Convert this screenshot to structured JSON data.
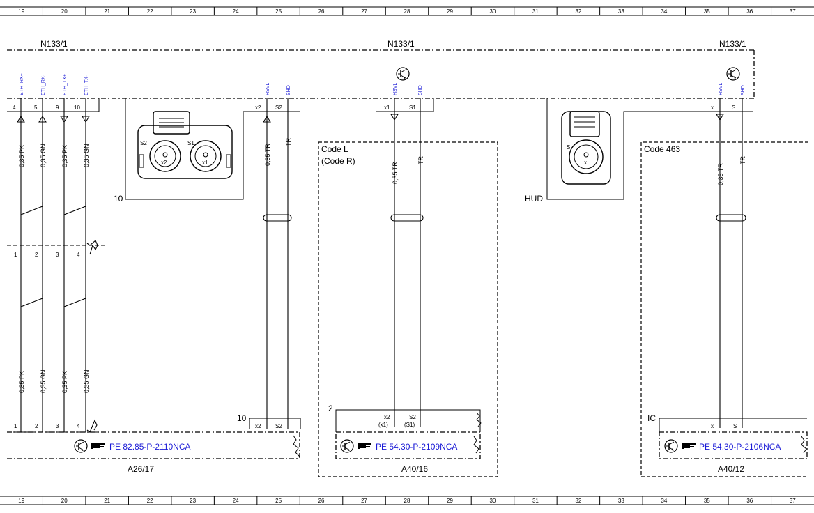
{
  "grid": [
    "19",
    "20",
    "21",
    "22",
    "23",
    "24",
    "25",
    "26",
    "27",
    "28",
    "29",
    "30",
    "31",
    "32",
    "33",
    "34",
    "35",
    "36",
    "37"
  ],
  "module": {
    "name": "N133/1"
  },
  "n133_left": {
    "signals": [
      "ETH_RX+",
      "ETH_RX-",
      "ETH_TX+",
      "ETH_TX-"
    ],
    "pins": [
      "4",
      "5",
      "9",
      "10"
    ],
    "wires": [
      "0,35 PK",
      "0,35 GN",
      "0,35 PK",
      "0,35 GN"
    ],
    "splice_pins": [
      "1",
      "2",
      "3",
      "4"
    ]
  },
  "n133_mid": {
    "signals": [
      "HSVL",
      "SHD"
    ],
    "pins": [
      "x2",
      "S2"
    ],
    "wires": [
      "0,35 TR",
      "TR"
    ],
    "connector_no": "10"
  },
  "n133_right": {
    "signals": [
      "HSVL",
      "SHD"
    ],
    "pins": [
      "x1",
      "S1"
    ],
    "wires": [
      "0,35 TR",
      "TR"
    ]
  },
  "n133_far": {
    "signals": [
      "HSVL",
      "SHD"
    ],
    "pins": [
      "x",
      "S"
    ],
    "wires": [
      "0,35 TR",
      "TR"
    ],
    "connector_label": "HUD"
  },
  "connector_img1": {
    "labels": [
      "S2",
      "S1",
      "x2",
      "x1"
    ]
  },
  "connector_img2": {
    "labels": [
      "S",
      "x"
    ]
  },
  "code_l": {
    "line1": "Code L",
    "line2": "(Code R)"
  },
  "code_463": {
    "label": "Code 463"
  },
  "a26": {
    "name": "A26/17",
    "ref": "PE 82.85-P-2110NCA",
    "pins": [
      "1",
      "2",
      "3",
      "4"
    ],
    "wires": [
      "0,35 PK",
      "0,35 GN",
      "0,35 PK",
      "0,35 GN"
    ],
    "conn_no": "10",
    "conn_pins": [
      "x2",
      "S2"
    ]
  },
  "a40_16": {
    "name": "A40/16",
    "ref": "PE 54.30-P-2109NCA",
    "conn_no": "2",
    "pins": [
      "x2",
      "S2"
    ],
    "pins_alt": [
      "(x1)",
      "(S1)"
    ]
  },
  "a40_12": {
    "name": "A40/12",
    "ref": "PE 54.30-P-2106NCA",
    "conn_no": "IC",
    "pins": [
      "x",
      "S"
    ]
  }
}
